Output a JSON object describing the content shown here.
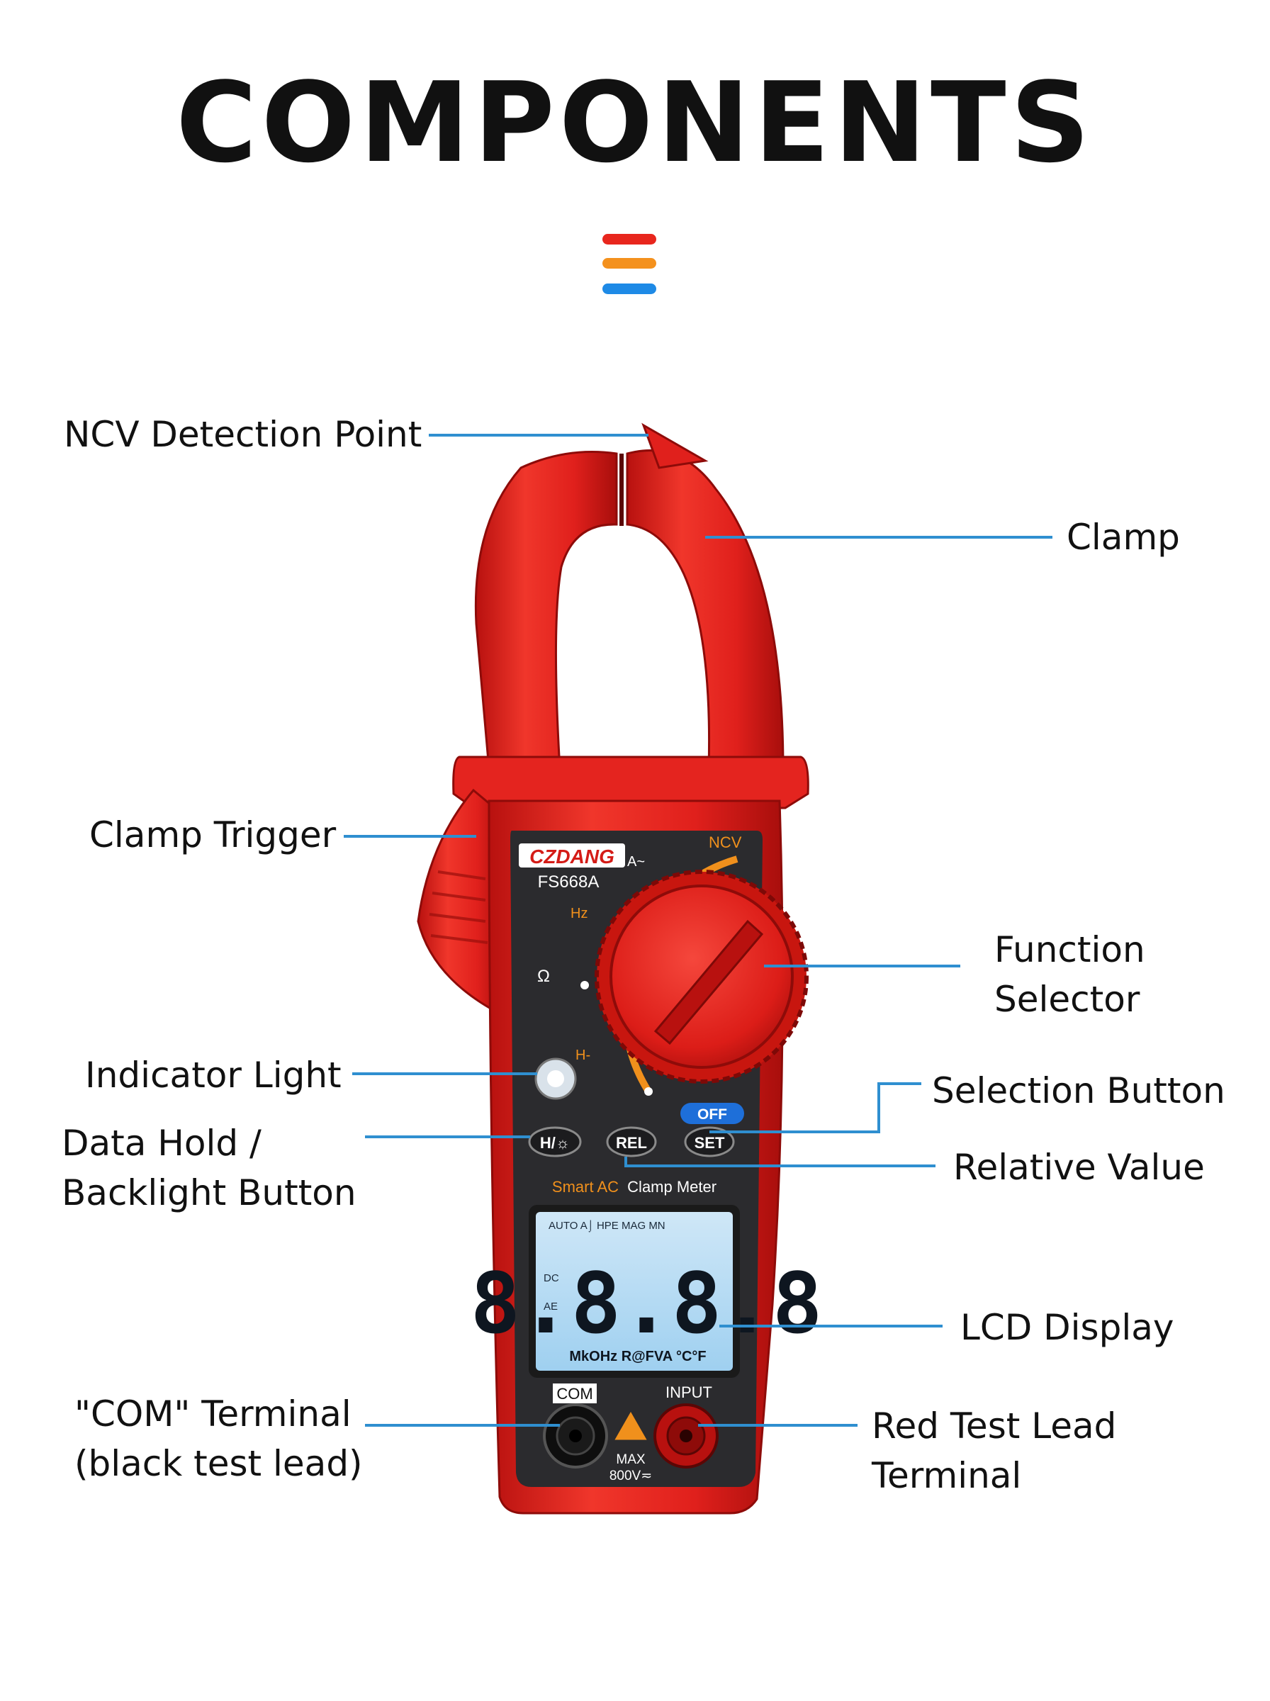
{
  "title": "COMPONENTS",
  "accent_colors": {
    "bar_top": "#e8261d",
    "bar_middle": "#f4911d",
    "bar_bottom": "#1e8ae6",
    "leader_line": "#2f8fd0",
    "device_red": "#e0201c",
    "device_panel": "#2b2b2e"
  },
  "labels": {
    "ncv_detection_point": "NCV Detection Point",
    "clamp": "Clamp",
    "clamp_trigger": "Clamp Trigger",
    "function_selector": [
      "Function",
      "Selector"
    ],
    "indicator_light": "Indicator Light",
    "selection_button": "Selection Button",
    "data_hold": [
      "Data Hold /",
      "Backlight Button"
    ],
    "relative_value": "Relative Value",
    "lcd_display": "LCD Display",
    "com_terminal": [
      "\"COM\" Terminal",
      "(black test lead)"
    ],
    "red_lead_terminal": [
      "Red Test Lead",
      "Terminal"
    ]
  },
  "device": {
    "brand": "CZDANG",
    "model": "FS668A",
    "dial_ncv": "NCV",
    "dial_amps": "A~",
    "dial_hz": "Hz",
    "dial_ohm": "Ω",
    "dial_cap": "H-",
    "dial_off": "OFF",
    "button_hold": "H/☼",
    "button_rel": "REL",
    "button_set": "SET",
    "subtitle_smart": "Smart AC",
    "subtitle_rest": "Clamp Meter",
    "lcd_top": "AUTO  A⌡ HPE MAG MN",
    "lcd_side_dc": "DC",
    "lcd_side_ae": "AE",
    "lcd_digits": "8.8.8.8",
    "lcd_units": "MkOHz  R@FVA  °C°F",
    "com_label": "COM",
    "input_label": "INPUT",
    "max_line1": "MAX",
    "max_line2": "800V≂"
  }
}
